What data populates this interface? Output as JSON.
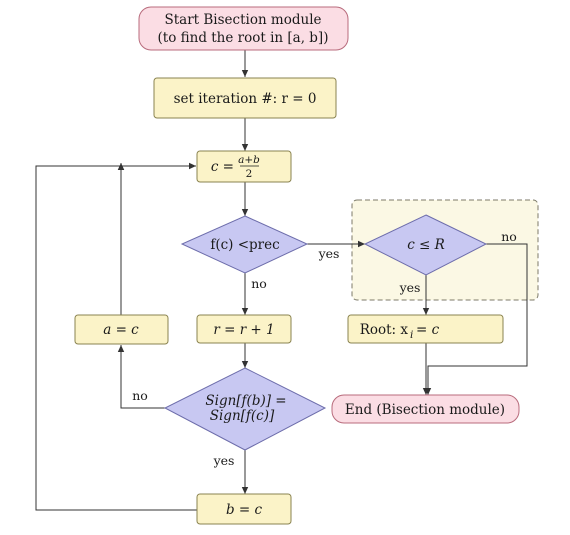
{
  "colors": {
    "terminal_fill": "#fbdde4",
    "terminal_stroke": "#b86b7c",
    "process_fill": "#fbf3c8",
    "process_stroke": "#8a8350",
    "decision_fill": "#c8c8f2",
    "decision_stroke": "#6d6dab",
    "highlight_fill": "#fbf8e4",
    "highlight_stroke": "#7c7a68",
    "arrow": "#333333"
  },
  "nodes": {
    "start": {
      "line1": "Start Bisection module",
      "line2": "(to find the root in [a, b])"
    },
    "set_iteration": {
      "label": "set iteration #: r = 0"
    },
    "midpoint": {
      "lhs": "c =",
      "num": "a+b",
      "den": "2"
    },
    "check_prec": {
      "label": "f(c) <prec"
    },
    "check_r": {
      "label": "c ≤ R"
    },
    "increment": {
      "label": "r = r + 1"
    },
    "assign_a": {
      "label": "a = c"
    },
    "root": {
      "label": "Root: x",
      "sub": "i",
      "rhs": " = c"
    },
    "sign_check": {
      "line1": "Sign[f(b)] =",
      "line2": "Sign[f(c)]"
    },
    "end": {
      "label": "End (Bisection module)"
    },
    "assign_b": {
      "label": "b = c"
    }
  },
  "edge_labels": {
    "prec_yes": "yes",
    "prec_no": "no",
    "r_no": "no",
    "r_yes": "yes",
    "sign_no": "no",
    "sign_yes": "yes"
  }
}
